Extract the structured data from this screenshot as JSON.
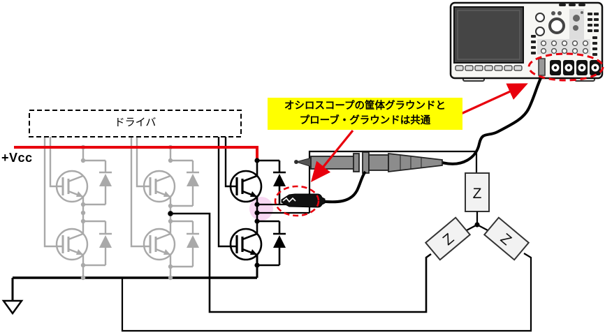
{
  "diagram": {
    "vcc_label": "+Vcc",
    "driver_label": "ドライバ",
    "annotation": {
      "line1": "オシロスコープの筐体グラウンドと",
      "line2": "プローブ・グラウンドは共通",
      "background": "#ffff00"
    },
    "loads": {
      "z_top": "Z",
      "z_left": "Z",
      "z_right": "Z"
    },
    "colors": {
      "vcc_rail": "#e8000d",
      "highlight_red": "#e8000d",
      "inactive_gray": "#a9a9a9",
      "active_black": "#000000",
      "probe_gray": "#8c8c8c",
      "pink_highlight": "#f8d7f2",
      "load_fill": "#f2f2f2",
      "scope_body": "#f7f7f4",
      "scope_screen": "#454545"
    }
  }
}
